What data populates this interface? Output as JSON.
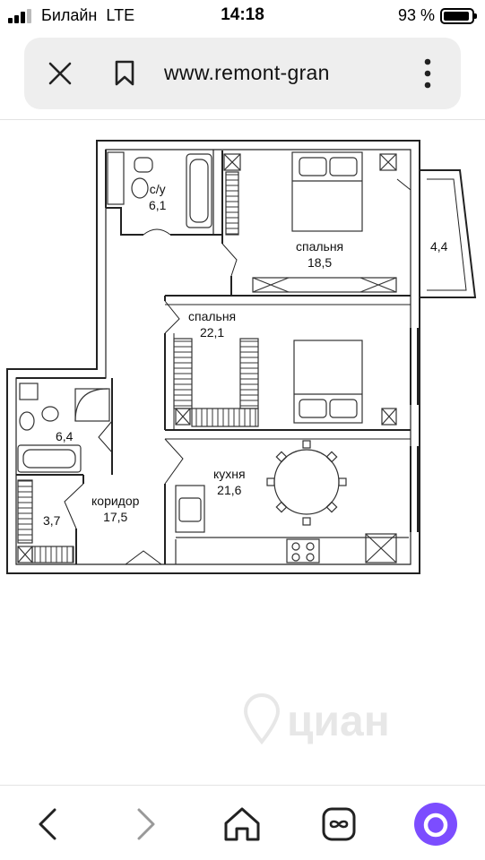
{
  "status_bar": {
    "carrier": "Билайн",
    "network": "LTE",
    "time": "14:18",
    "battery_percent": "93 %"
  },
  "url_bar": {
    "url": "www.remont-gran"
  },
  "floor_plan": {
    "rooms": [
      {
        "id": "bathroom-1",
        "name": "с/у",
        "area": "6,1"
      },
      {
        "id": "bedroom-1",
        "name": "спальня",
        "area": "18,5"
      },
      {
        "id": "balcony",
        "name": "",
        "area": "4,4"
      },
      {
        "id": "bedroom-2",
        "name": "спальня",
        "area": "22,1"
      },
      {
        "id": "bathroom-2",
        "name": "",
        "area": "6,4"
      },
      {
        "id": "kitchen",
        "name": "кухня",
        "area": "21,6"
      },
      {
        "id": "corridor",
        "name": "коридор",
        "area": "17,5"
      },
      {
        "id": "closet",
        "name": "",
        "area": "3,7"
      }
    ]
  },
  "watermark": {
    "text": "циан"
  },
  "bottom_nav": {
    "items": [
      "back",
      "forward",
      "home",
      "tabs",
      "alice"
    ]
  },
  "colors": {
    "accent": "#7c4dff",
    "wall": "#222222",
    "url_bar_bg": "#eeeeee"
  }
}
